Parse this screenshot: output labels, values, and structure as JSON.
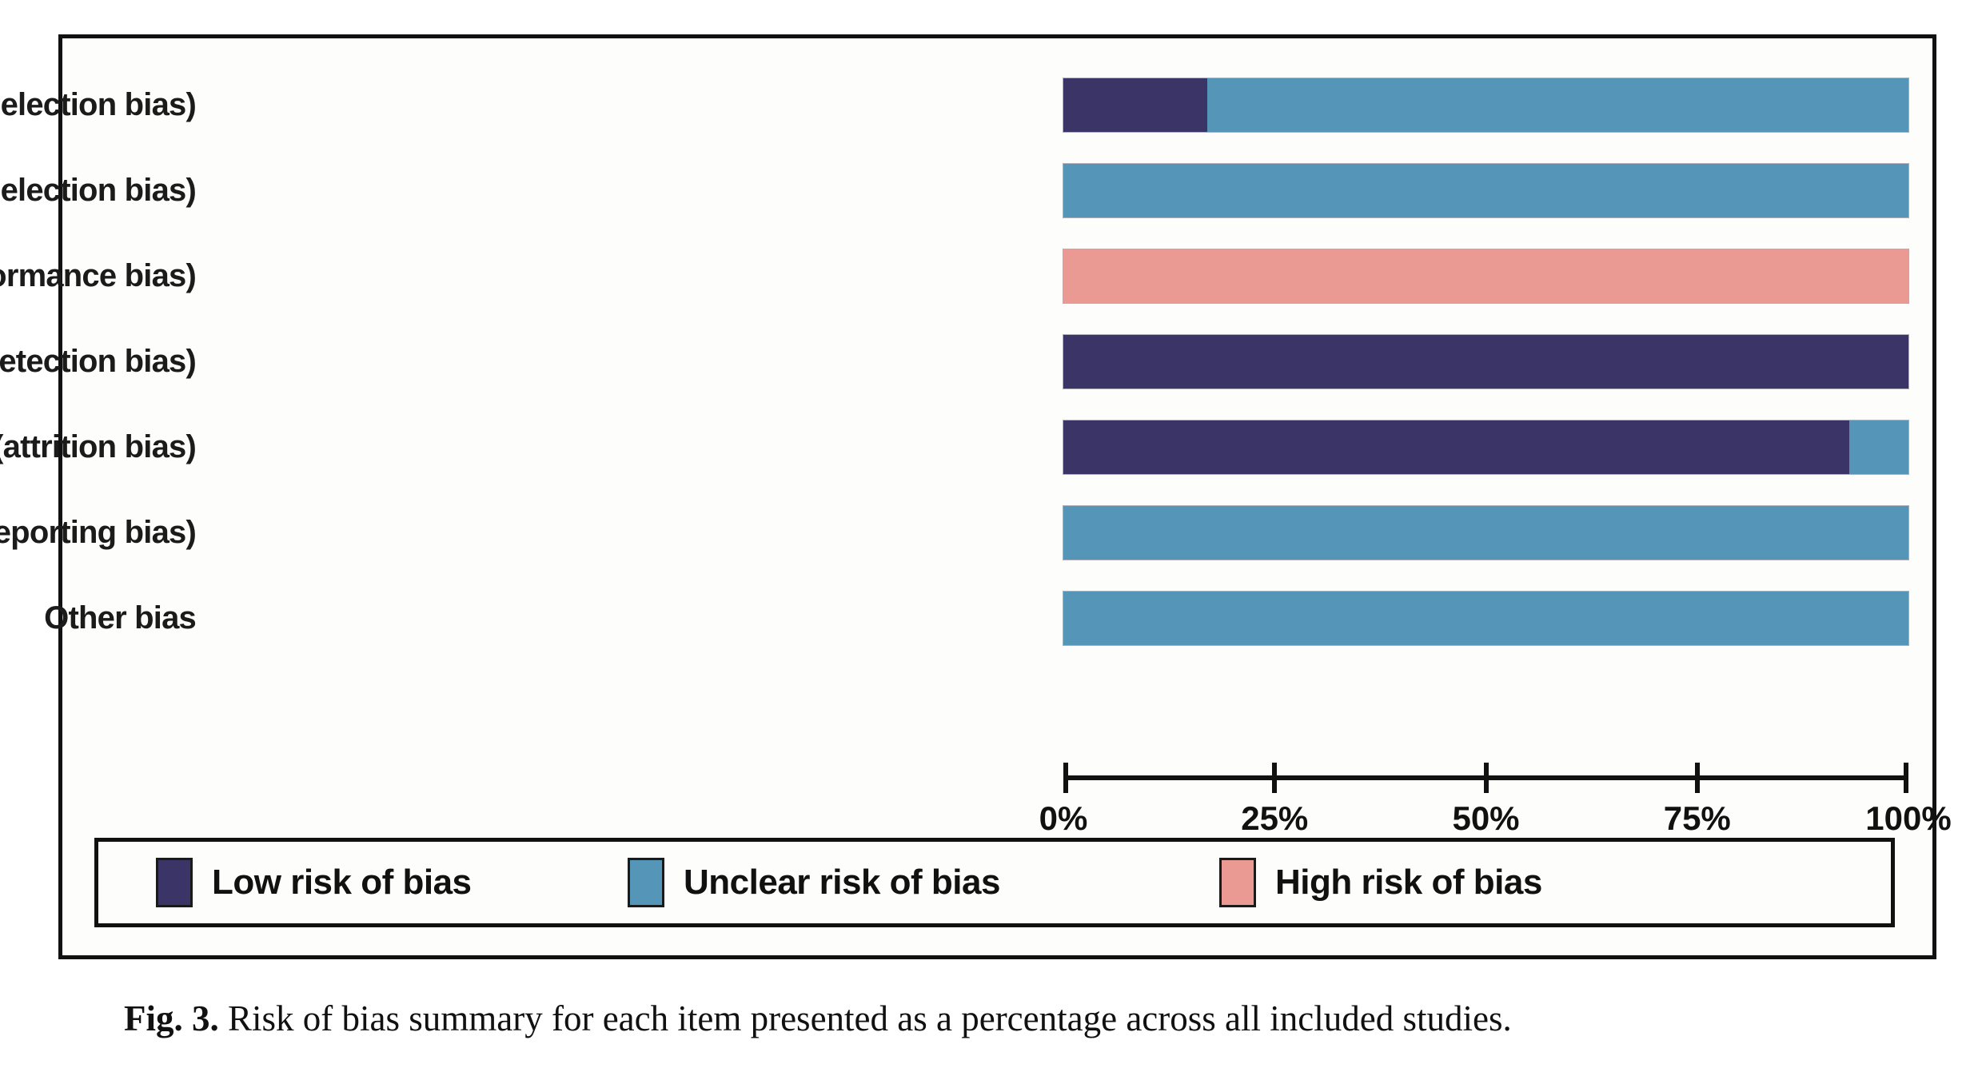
{
  "figure": {
    "caption_label": "Fig. 3.",
    "caption_text": "Risk of bias summary for each item presented as a percentage across all included studies."
  },
  "colors": {
    "low": "#3b3567",
    "unclear": "#5495b8",
    "high": "#ea9a93",
    "frame": "#111111",
    "background": "#fdfdfb"
  },
  "axis": {
    "ticks": [
      {
        "value": 0,
        "label": "0%"
      },
      {
        "value": 25,
        "label": "25%"
      },
      {
        "value": 50,
        "label": "50%"
      },
      {
        "value": 75,
        "label": "75%"
      },
      {
        "value": 100,
        "label": "100%"
      }
    ],
    "min": 0,
    "max": 100
  },
  "legend": {
    "items": [
      {
        "key": "low",
        "label": "Low risk of bias",
        "color": "#3b3567"
      },
      {
        "key": "unclear",
        "label": "Unclear risk of bias",
        "color": "#5495b8"
      },
      {
        "key": "high",
        "label": "High risk of bias",
        "color": "#ea9a93"
      }
    ]
  },
  "chart_data": {
    "type": "bar",
    "orientation": "horizontal",
    "stacked": true,
    "title": "",
    "xlabel": "",
    "ylabel": "",
    "xlim": [
      0,
      100
    ],
    "grid": false,
    "legend_position": "bottom",
    "tick_labels": [
      "0%",
      "25%",
      "50%",
      "75%",
      "100%"
    ],
    "categories": [
      "Random sequence generation (selection bias)",
      "Allocation concealment (selection bias)",
      "Blinding of participants and personnel (performance bias)",
      "Blinding of outcome assessment (detection bias)",
      "Incomplete outcome data (attrition bias)",
      "Selective reporting (reporting bias)",
      "Other bias"
    ],
    "series": [
      {
        "name": "Low risk of bias",
        "values": [
          17,
          0,
          0,
          100,
          93,
          0,
          0
        ]
      },
      {
        "name": "Unclear risk of bias",
        "values": [
          83,
          100,
          0,
          0,
          7,
          100,
          100
        ]
      },
      {
        "name": "High risk of bias",
        "values": [
          0,
          0,
          100,
          0,
          0,
          0,
          0
        ]
      }
    ],
    "rows": [
      {
        "label": "Random sequence generation (selection bias)",
        "segments": [
          {
            "key": "low",
            "value": 17
          },
          {
            "key": "unclear",
            "value": 83
          }
        ]
      },
      {
        "label": "Allocation concealment (selection bias)",
        "segments": [
          {
            "key": "unclear",
            "value": 100
          }
        ]
      },
      {
        "label": "Blinding of participants and personnel (performance bias)",
        "segments": [
          {
            "key": "high",
            "value": 100
          }
        ]
      },
      {
        "label": "Blinding of outcome assessment (detection bias)",
        "segments": [
          {
            "key": "low",
            "value": 100
          }
        ]
      },
      {
        "label": "Incomplete outcome data (attrition bias)",
        "segments": [
          {
            "key": "low",
            "value": 93
          },
          {
            "key": "unclear",
            "value": 7
          }
        ]
      },
      {
        "label": "Selective reporting (reporting bias)",
        "segments": [
          {
            "key": "unclear",
            "value": 100
          }
        ]
      },
      {
        "label": "Other bias",
        "segments": [
          {
            "key": "unclear",
            "value": 100
          }
        ]
      }
    ]
  }
}
